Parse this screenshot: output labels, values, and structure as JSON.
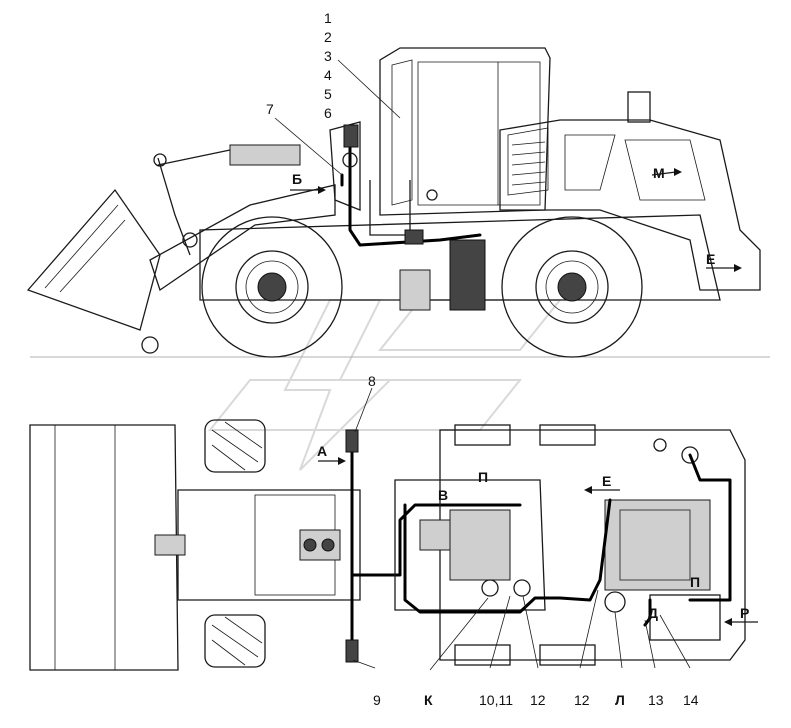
{
  "callouts": {
    "c1": "1",
    "c2": "2",
    "c3": "3",
    "c4": "4",
    "c5": "5",
    "c6": "6",
    "c7": "7",
    "c8": "8",
    "c9": "9",
    "c10_11": "10,11",
    "c12a": "12",
    "c12b": "12",
    "c13": "13",
    "c14": "14"
  },
  "view_letters": {
    "b": "Б",
    "m": "М",
    "e_side": "Е",
    "a": "А",
    "v": "В",
    "p_top": "П",
    "e_top": "Е",
    "p_right": "П",
    "d": "Д",
    "r": "Р",
    "k": "К",
    "l": "Л"
  },
  "colors": {
    "line": "#1a1a1a",
    "harness": "#000000",
    "fill": "#cfcfcf",
    "watermark": "#d9d9d9"
  }
}
